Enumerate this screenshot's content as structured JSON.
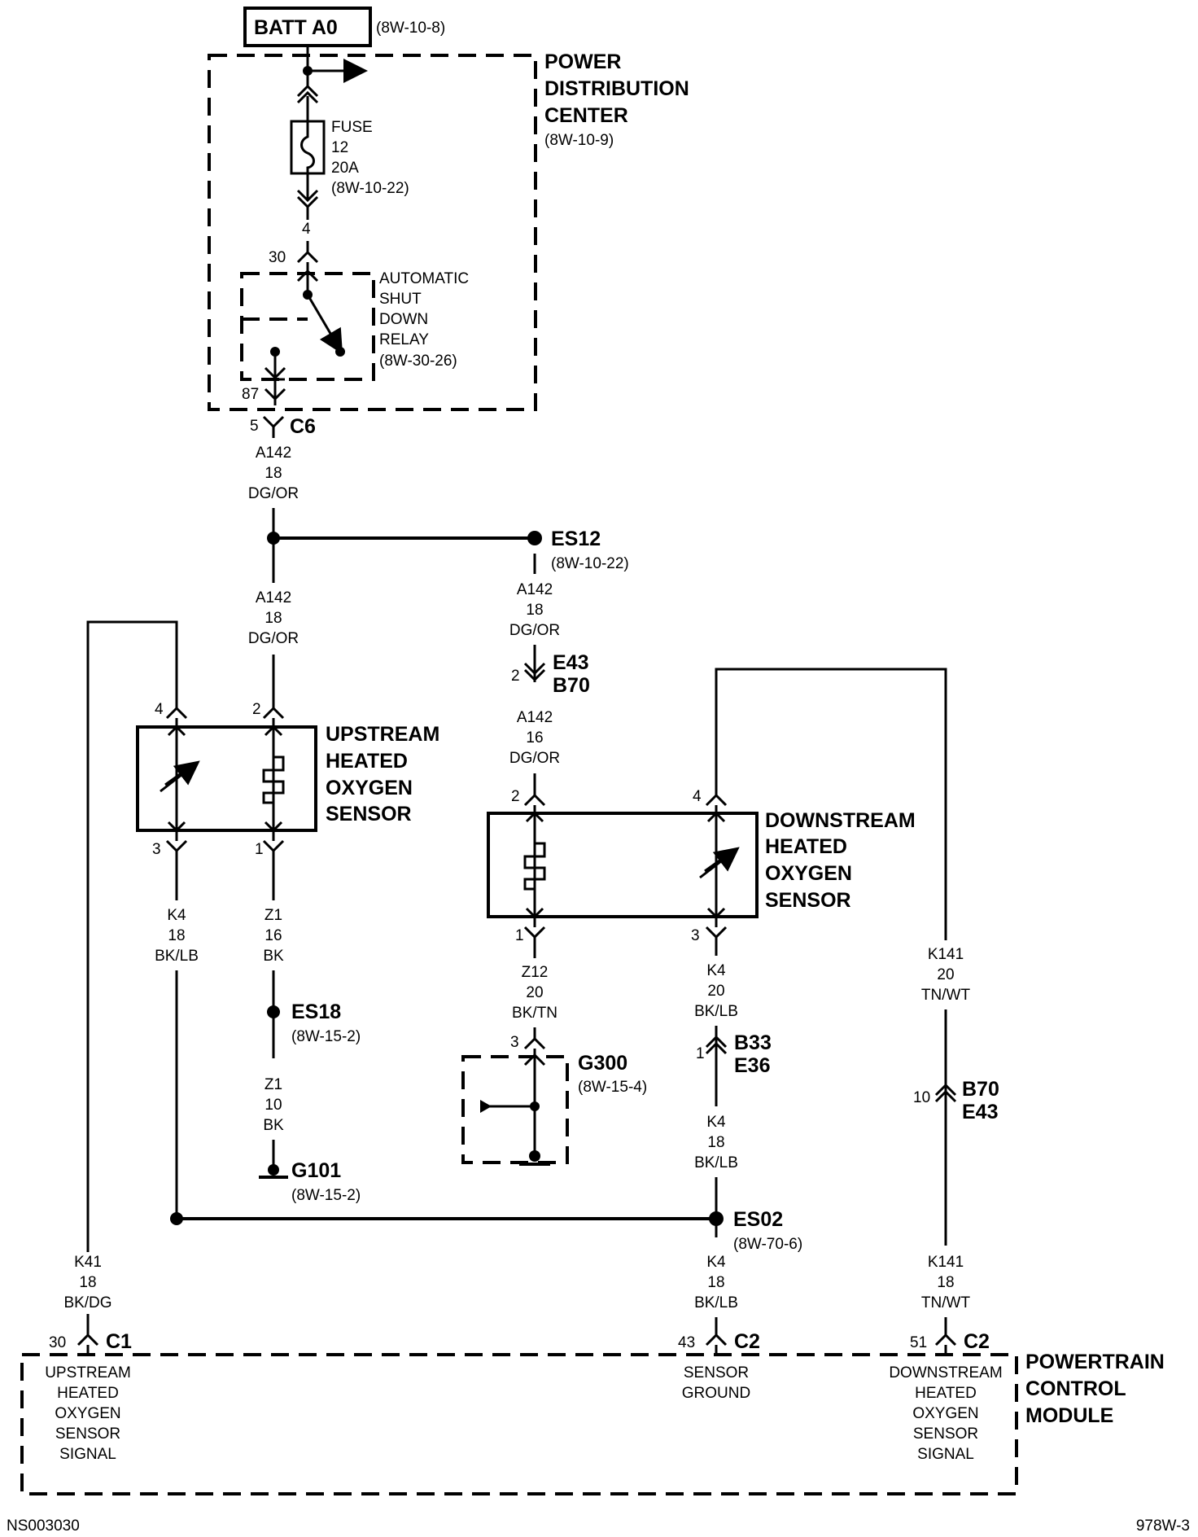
{
  "batt": {
    "label": "BATT A0",
    "ref": "(8W-10-8)"
  },
  "pdc": {
    "lines": [
      "POWER",
      "DISTRIBUTION",
      "CENTER"
    ],
    "ref": "(8W-10-9)"
  },
  "fuse": {
    "lines": [
      "FUSE",
      "12",
      "20A",
      "(8W-10-22)"
    ]
  },
  "fuse_pin": "4",
  "asd": {
    "pin_in": "30",
    "pin_out": "87",
    "lines": [
      "AUTOMATIC",
      "SHUT",
      "DOWN",
      "RELAY",
      "(8W-30-26)"
    ]
  },
  "c6": {
    "pin": "5",
    "label": "C6"
  },
  "wire_a142_top": [
    "A142",
    "18",
    "DG/OR"
  ],
  "wire_a142_left": [
    "A142",
    "18",
    "DG/OR"
  ],
  "es12": {
    "label": "ES12",
    "ref": "(8W-10-22)"
  },
  "wire_a142_right1": [
    "A142",
    "18",
    "DG/OR"
  ],
  "e43b70": {
    "pin": "2",
    "labels": [
      "E43",
      "B70"
    ]
  },
  "wire_a142_right2": [
    "A142",
    "16",
    "DG/OR"
  ],
  "upstream": {
    "lines": [
      "UPSTREAM",
      "HEATED",
      "OXYGEN",
      "SENSOR"
    ],
    "pin_tl": "4",
    "pin_tr": "2",
    "pin_bl": "3",
    "pin_br": "1"
  },
  "downstream": {
    "lines": [
      "DOWNSTREAM",
      "HEATED",
      "OXYGEN",
      "SENSOR"
    ],
    "pin_tl": "2",
    "pin_tr": "4",
    "pin_bl": "1",
    "pin_br": "3"
  },
  "wire_k4_up": [
    "K4",
    "18",
    "BK/LB"
  ],
  "wire_z1_up": [
    "Z1",
    "16",
    "BK"
  ],
  "es18": {
    "label": "ES18",
    "ref": "(8W-15-2)"
  },
  "wire_z1_low": [
    "Z1",
    "10",
    "BK"
  ],
  "g101": {
    "label": "G101",
    "ref": "(8W-15-2)"
  },
  "wire_z12": [
    "Z12",
    "20",
    "BK/TN"
  ],
  "g300": {
    "pin": "3",
    "label": "G300",
    "ref": "(8W-15-4)"
  },
  "wire_k4_dn": [
    "K4",
    "20",
    "BK/LB"
  ],
  "b33e36": {
    "pin": "1",
    "labels": [
      "B33",
      "E36"
    ]
  },
  "wire_k4_mid": [
    "K4",
    "18",
    "BK/LB"
  ],
  "es02": {
    "label": "ES02",
    "ref": "(8W-70-6)"
  },
  "wire_k4_low": [
    "K4",
    "18",
    "BK/LB"
  ],
  "wire_k141_up": [
    "K141",
    "20",
    "TN/WT"
  ],
  "b70e43": {
    "pin": "10",
    "labels": [
      "B70",
      "E43"
    ]
  },
  "wire_k141_low": [
    "K141",
    "18",
    "TN/WT"
  ],
  "wire_k41": [
    "K41",
    "18",
    "BK/DG"
  ],
  "pcm": {
    "lines": [
      "POWERTRAIN",
      "CONTROL",
      "MODULE"
    ],
    "c1": {
      "pin": "30",
      "label": "C1",
      "lines": [
        "UPSTREAM",
        "HEATED",
        "OXYGEN",
        "SENSOR",
        "SIGNAL"
      ]
    },
    "c2a": {
      "pin": "43",
      "label": "C2",
      "lines": [
        "SENSOR",
        "GROUND"
      ]
    },
    "c2b": {
      "pin": "51",
      "label": "C2",
      "lines": [
        "DOWNSTREAM",
        "HEATED",
        "OXYGEN",
        "SENSOR",
        "SIGNAL"
      ]
    }
  },
  "footer": {
    "left": "NS003030",
    "right": "978W-3"
  }
}
